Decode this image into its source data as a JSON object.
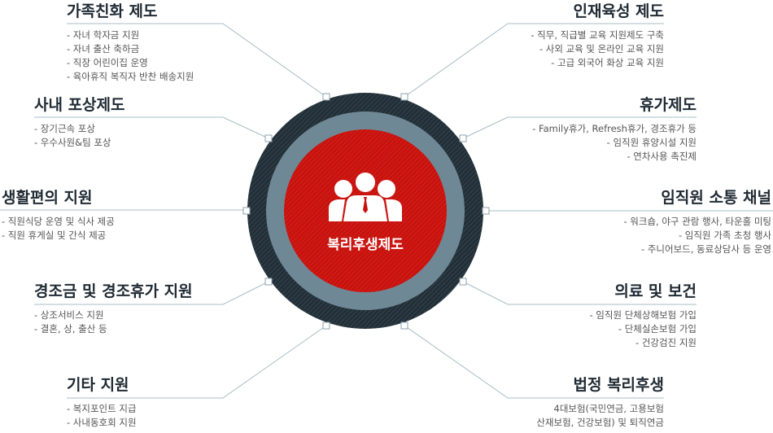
{
  "center": {
    "title": "복리후생제도",
    "icon": "people-group-icon"
  },
  "colors": {
    "outer": "#232f37",
    "ring": "#6f8896",
    "core": "#c8120e",
    "line": "#a9bcc6"
  },
  "left": [
    {
      "title": "가족친화 제도",
      "items": [
        "- 자녀 학자금 지원",
        "- 자녀 출산 축하금",
        "- 직장 어린이집 운영",
        "- 육아휴직 복직자 반찬 배송지원"
      ]
    },
    {
      "title": "사내 포상제도",
      "items": [
        "- 장기근속 포상",
        "- 우수사원&팀 포상"
      ]
    },
    {
      "title": "생활편의 지원",
      "items": [
        "- 직원식당 운영 및 식사 제공",
        "- 직원 휴게실 및 간식 제공"
      ]
    },
    {
      "title": "경조금 및 경조휴가 지원",
      "items": [
        "- 상조서비스 지원",
        "- 결혼, 상, 출산 등"
      ]
    },
    {
      "title": "기타 지원",
      "items": [
        "- 복지포인트 지급",
        "- 사내동호회 지원"
      ]
    }
  ],
  "right": [
    {
      "title": "인재육성 제도",
      "items": [
        "- 직무, 직급별 교육 지원제도 구축",
        "- 사외 교육 및 온라인 교육 지원",
        "- 고급 외국어 화상 교육 지원"
      ]
    },
    {
      "title": "휴가제도",
      "items": [
        "- Family휴가, Refresh휴가, 경조휴가 등",
        "- 임직원 휴양시설 지원",
        "- 연차사용 촉진제"
      ]
    },
    {
      "title": "임직원 소통 채널",
      "items": [
        "- 워크숍, 야구 관람 행사, 타운홀 미팅",
        "- 임직원 가족 초청 행사",
        "- 주니어보드, 동료상담사 등 운영"
      ]
    },
    {
      "title": "의료 및 보건",
      "items": [
        "- 임직원 단체상해보험 가입",
        "- 단체실손보험 가입",
        "- 건강검진 지원"
      ]
    },
    {
      "title": "법정 복리후생",
      "items": [
        "4대보험(국민연금, 고용보험",
        "산재보험, 건강보험) 및 퇴직연금"
      ]
    }
  ]
}
